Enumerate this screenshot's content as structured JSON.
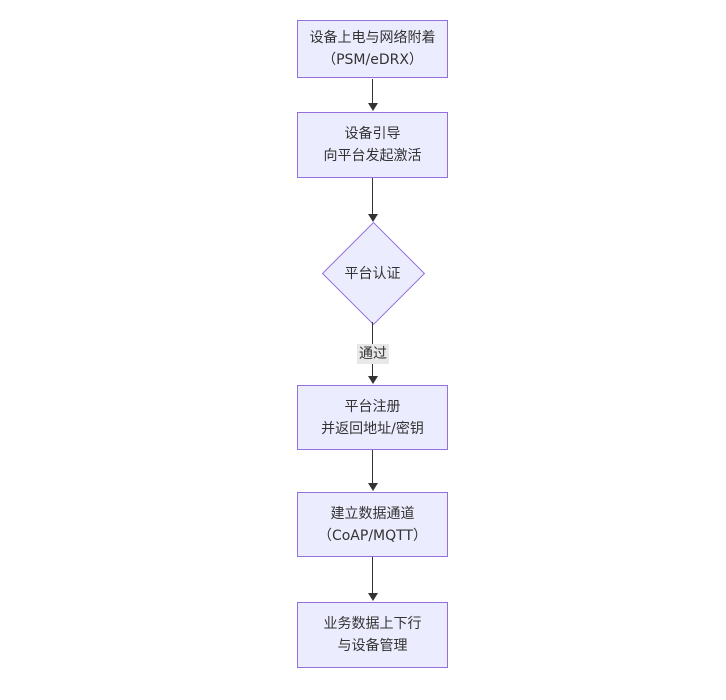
{
  "diagram": {
    "type": "flowchart-top-down",
    "colors": {
      "background": "#ffffff",
      "node_fill": "#ECECFF",
      "node_border": "#9370DB",
      "text": "#333333",
      "arrow": "#333333",
      "edge_label_bg": "#e8e8e8"
    },
    "nodes": [
      {
        "id": "power-attach",
        "shape": "rect",
        "line1": "设备上电与网络附着",
        "line2": "（PSM/eDRX）"
      },
      {
        "id": "bootstrap",
        "shape": "rect",
        "line1": "设备引导",
        "line2": "向平台发起激活"
      },
      {
        "id": "platform-auth",
        "shape": "diamond",
        "label": "平台认证"
      },
      {
        "id": "register",
        "shape": "rect",
        "line1": "平台注册",
        "line2": "并返回地址/密钥"
      },
      {
        "id": "data-channel",
        "shape": "rect",
        "line1": "建立数据通道",
        "line2": "（CoAP/MQTT）"
      },
      {
        "id": "business-mgmt",
        "shape": "rect",
        "line1": "业务数据上下行",
        "line2": "与设备管理"
      }
    ],
    "edges": [
      {
        "from": "power-attach",
        "to": "bootstrap",
        "label": ""
      },
      {
        "from": "bootstrap",
        "to": "platform-auth",
        "label": ""
      },
      {
        "from": "platform-auth",
        "to": "register",
        "label": "通过"
      },
      {
        "from": "register",
        "to": "data-channel",
        "label": ""
      },
      {
        "from": "data-channel",
        "to": "business-mgmt",
        "label": ""
      }
    ]
  }
}
